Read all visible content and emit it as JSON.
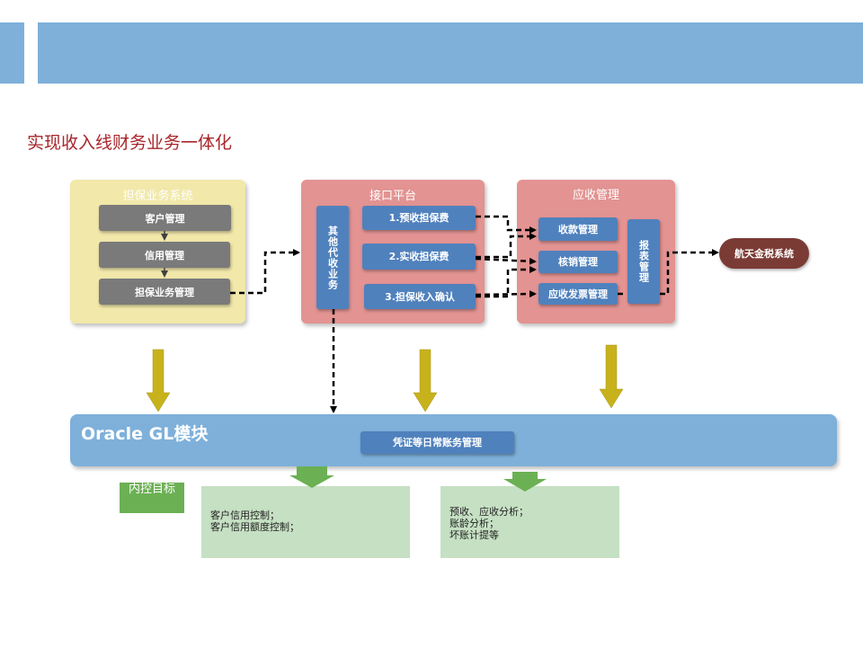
{
  "slide_title": "实现收入线财务业务一体化",
  "guarantee_system": {
    "title": "担保业务系统",
    "items": [
      "客户管理",
      "信用管理",
      "担保业务管理"
    ]
  },
  "interface_platform": {
    "title": "接口平台",
    "other_business": "其他代收业务",
    "items": [
      "1.预收担保费",
      "2.实收担保费",
      "3.担保收入确认"
    ]
  },
  "receivables": {
    "title": "应收管理",
    "items": [
      "收款管理",
      "核销管理",
      "应收发票管理"
    ],
    "report": "报表管理"
  },
  "tax_system": "航天金税系统",
  "gl": {
    "title": "Oracle GL模块",
    "inner": "凭证等日常账务管理"
  },
  "internal_control_tag": "内控目标",
  "control_targets": {
    "left": [
      "客户信用控制；",
      "客户信用额度控制；"
    ],
    "right": [
      "预收、应收分析；",
      "账龄分析；",
      "坏账计提等"
    ]
  },
  "colors": {
    "header_blue": "#7EB0DA",
    "panel_yellow": "#F1E8AA",
    "panel_pink": "#E29392",
    "box_gray": "#7A7A7A",
    "box_blue": "#4F81BD",
    "pill_brown": "#7B3B35",
    "arrow_gold": "#C8B21C",
    "target_green": "#6CB054",
    "target_light_green": "#C5E0C2",
    "title_red": "#A8262B"
  }
}
